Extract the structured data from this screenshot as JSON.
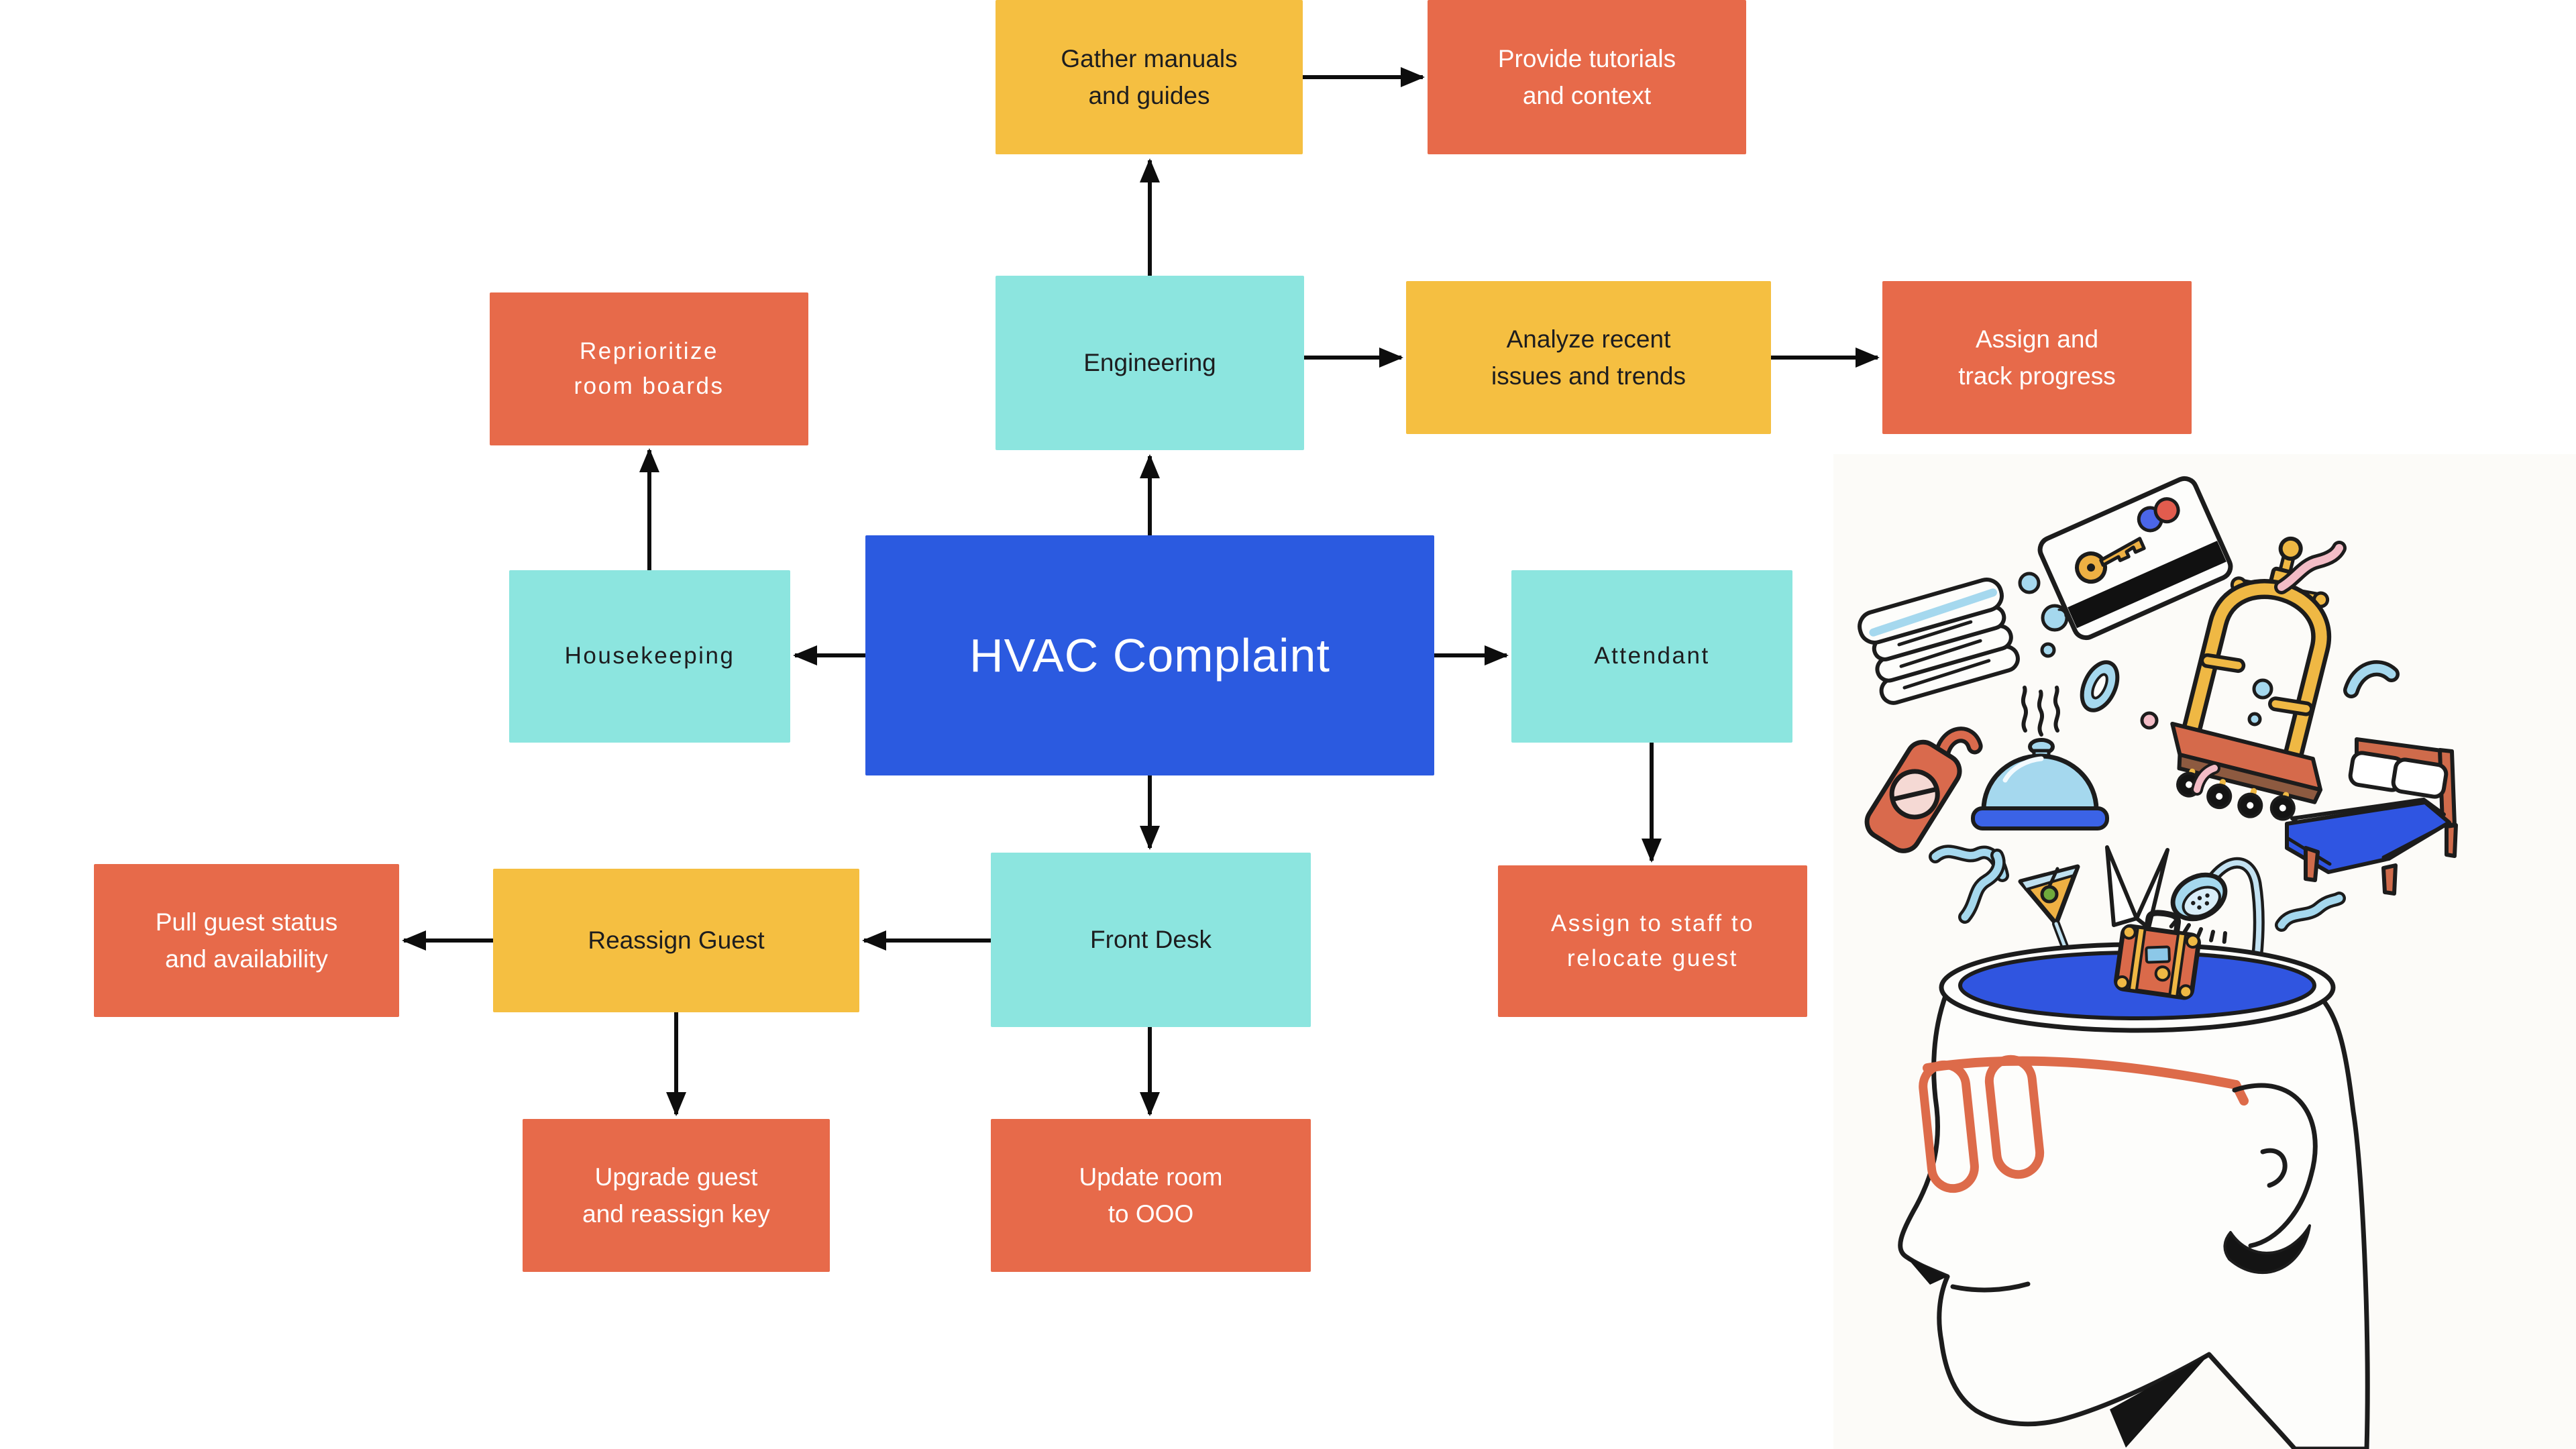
{
  "colors": {
    "blue": "#2b5ae0",
    "teal": "#8ce5df",
    "yellow": "#f5bf41",
    "orange": "#e76a4a",
    "ink": "#1d1d1f",
    "white_text": "#ffffff",
    "line": "#0d0d0d",
    "illustration_bg": "#fcfbf8"
  },
  "nodes": {
    "hvac_complaint": {
      "label": "HVAC Complaint"
    },
    "engineering": {
      "label": "Engineering"
    },
    "gather_manuals": {
      "label": "Gather manuals\nand guides"
    },
    "provide_tutorials": {
      "label": "Provide tutorials\nand context"
    },
    "analyze_issues": {
      "label": "Analyze recent\nissues and trends"
    },
    "assign_track": {
      "label": "Assign and\ntrack progress"
    },
    "reprioritize": {
      "label": "Reprioritize\nroom boards"
    },
    "housekeeping": {
      "label": "Housekeeping"
    },
    "attendant": {
      "label": "Attendant"
    },
    "assign_staff": {
      "label": "Assign to staff to\nrelocate guest"
    },
    "front_desk": {
      "label": "Front Desk"
    },
    "reassign_guest": {
      "label": "Reassign Guest"
    },
    "pull_guest": {
      "label": "Pull guest status\nand availability"
    },
    "upgrade_guest": {
      "label": "Upgrade guest\nand reassign key"
    },
    "update_room": {
      "label": "Update room\nto OOO"
    }
  },
  "illustration": {
    "alt": "Person with an open head daydreaming about hotel service items",
    "items": [
      "key-card",
      "towel-stack",
      "bubbles",
      "ring",
      "luggage-cart",
      "pink-squiggle",
      "blue-squiggle",
      "door-hanger",
      "steam",
      "cloche",
      "bed",
      "paper-plane",
      "martini",
      "shower-head",
      "suitcase",
      "pool",
      "head-profile",
      "glasses",
      "ear"
    ]
  }
}
